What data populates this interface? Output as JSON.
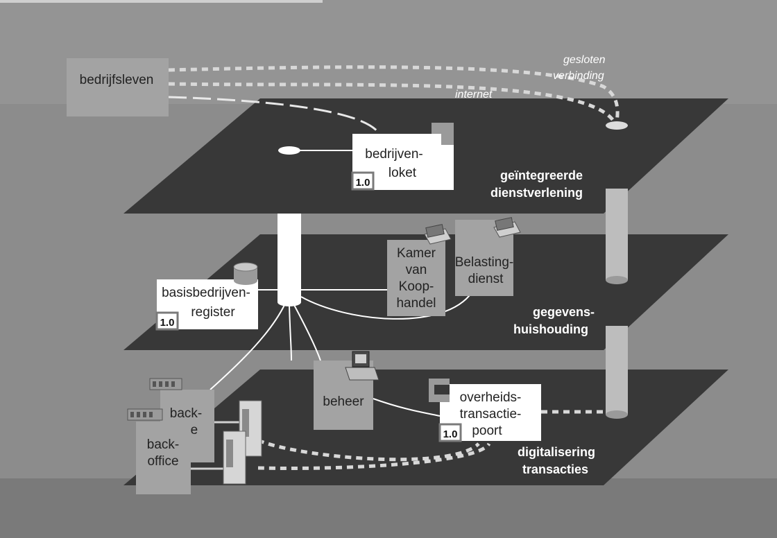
{
  "layers": {
    "top": {
      "line1": "geïntegreerde",
      "line2": "dienstverlening"
    },
    "middle": {
      "line1": "gegevens-",
      "line2": "huishouding"
    },
    "bottom": {
      "line1": "digitalisering",
      "line2": "transacties"
    }
  },
  "nodes": {
    "bedrijfsleven": "bedrijfsleven",
    "loket": {
      "line1": "bedrijven-",
      "line2": "loket",
      "version": "1.0"
    },
    "register": {
      "line1": "basisbedrijven-",
      "line2": "register",
      "version": "1.0"
    },
    "kvk": {
      "line1": "Kamer",
      "line2": "van",
      "line3": "Koop-",
      "line4": "handel"
    },
    "belasting": {
      "line1": "Belasting-",
      "line2": "dienst"
    },
    "beheer": "beheer",
    "poort": {
      "line1": "overheids-",
      "line2": "transactie-",
      "line3": "poort",
      "version": "1.0"
    },
    "backoffice1": {
      "line1": "back-",
      "line2": "ffice"
    },
    "backoffice2": {
      "line1": "back-",
      "line2": "office"
    }
  },
  "connections": {
    "closed": {
      "line1": "gesloten",
      "line2": "verbinding"
    },
    "internet": "internet"
  },
  "colors": {
    "plane": "#383838",
    "box_white": "#ffffff",
    "box_gray": "#a3a3a3",
    "background": "#8a8a8a"
  }
}
